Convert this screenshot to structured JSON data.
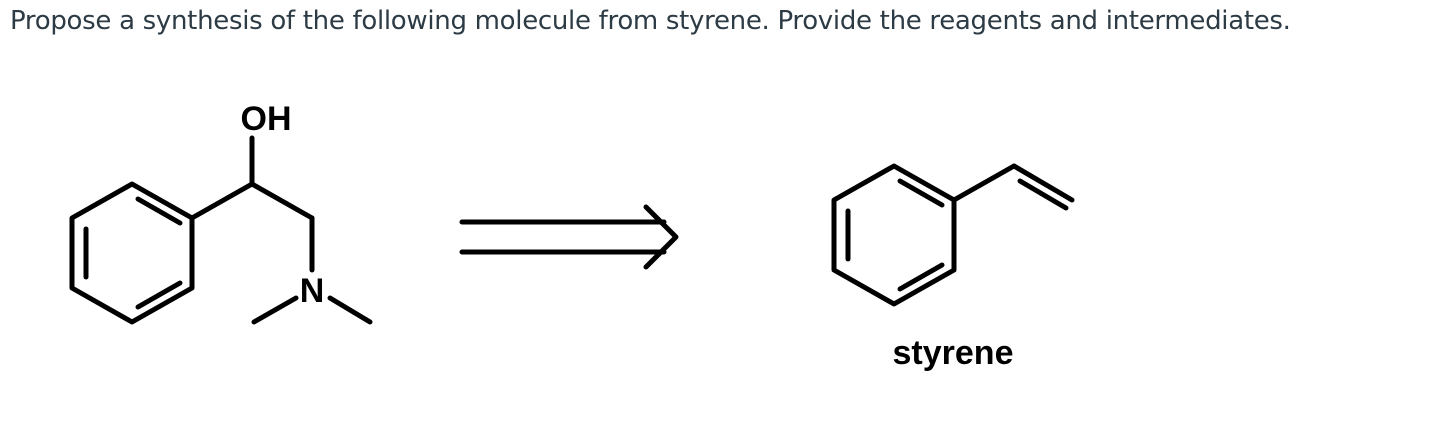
{
  "question": {
    "text": "Propose a synthesis of the following molecule from styrene. Provide the reagents and intermediates."
  },
  "scheme": {
    "target": {
      "oh_label": "OH",
      "n_label": "N"
    },
    "retro_arrow": "retrosynthetic-arrow",
    "starting_material": {
      "name": "styrene"
    }
  }
}
